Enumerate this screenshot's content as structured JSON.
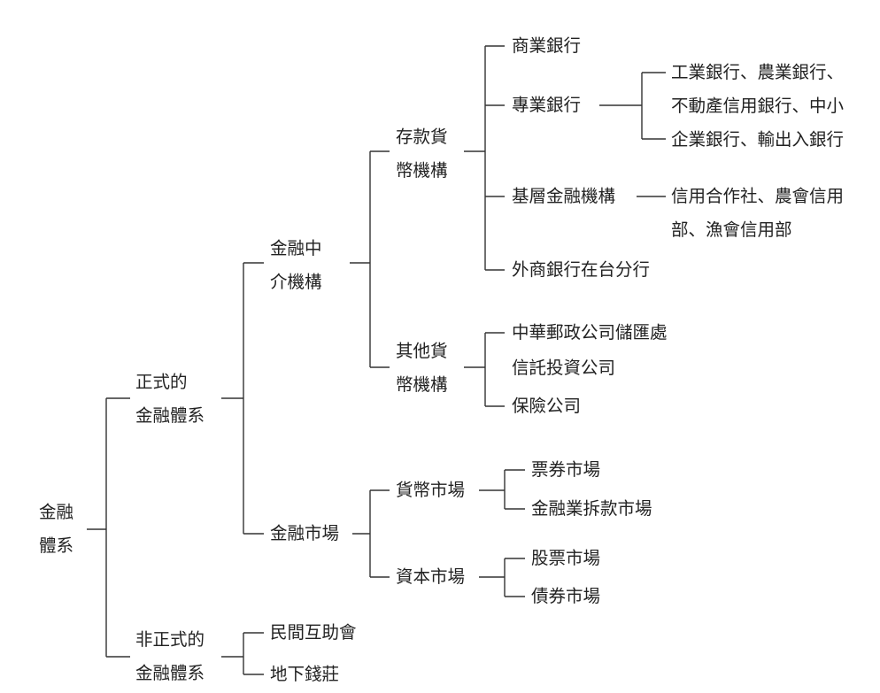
{
  "colors": {
    "line": "#333333",
    "text": "#222222"
  },
  "nodes": {
    "root": "金融\n體系",
    "formal": "正式的\n金融體系",
    "informal": "非正式的\n金融體系",
    "intermediary": "金融中\n介機構",
    "market": "金融市場",
    "deposit": "存款貨\n幣機構",
    "other": "其他貨\n幣機構",
    "commercial": "商業銀行",
    "specialized": "專業銀行",
    "specialized_detail": "工業銀行、農業銀行、\n不動產信用銀行、中小\n企業銀行、輸出入銀行",
    "grassroots": "基層金融機構",
    "grassroots_detail": "信用合作社、農會信用\n部、漁會信用部",
    "foreign": "外商銀行在台分行",
    "post": "中華郵政公司儲匯處",
    "trust": "信託投資公司",
    "insurance": "保險公司",
    "money_market": "貨幣市場",
    "capital_market": "資本市場",
    "bills": "票券市場",
    "interbank": "金融業拆款市場",
    "stock": "股票市場",
    "bond": "債券市場",
    "mutual_aid": "民間互助會",
    "underground": "地下錢莊"
  }
}
